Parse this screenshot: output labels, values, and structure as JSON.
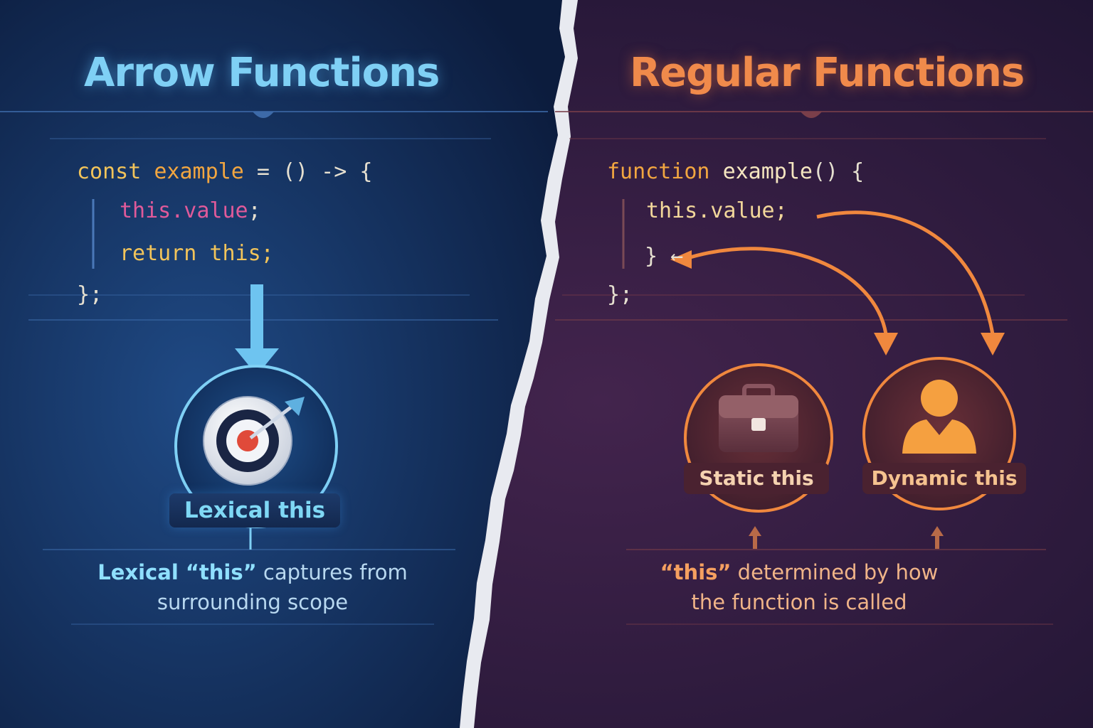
{
  "left": {
    "title": "Arrow Functions",
    "code": {
      "line1": {
        "kw": "const",
        "ident": "example",
        "rest": " = () -> {"
      },
      "line2": {
        "this": "this.value",
        "semi": ";"
      },
      "line3": {
        "kw": "return this;"
      },
      "line4": "};"
    },
    "badge": "Lexical this",
    "caption": {
      "highlight": "Lexical “this”",
      "rest1": " captures from",
      "line2": "surrounding scope"
    }
  },
  "right": {
    "title": "Regular Functions",
    "code": {
      "line1": {
        "kw": "function",
        "ident": "example",
        "rest": "() {"
      },
      "line2": "this.value;",
      "line3": "} ←",
      "line4": "};"
    },
    "badge_static": "Static this",
    "badge_dynamic": "Dynamic this",
    "caption": {
      "highlight": "“this”",
      "rest1": " determined by how",
      "line2": "the function is called"
    }
  },
  "icons": {
    "left": [
      "down-arrow-icon",
      "target-icon"
    ],
    "right": [
      "briefcase-icon",
      "person-icon",
      "curved-arrow-icon",
      "up-arrow-icon"
    ]
  },
  "colors": {
    "left_accent": "#7fd0f5",
    "right_accent": "#f08a4b",
    "left_bg": "#1b3d73",
    "right_bg": "#3a1f4a"
  }
}
